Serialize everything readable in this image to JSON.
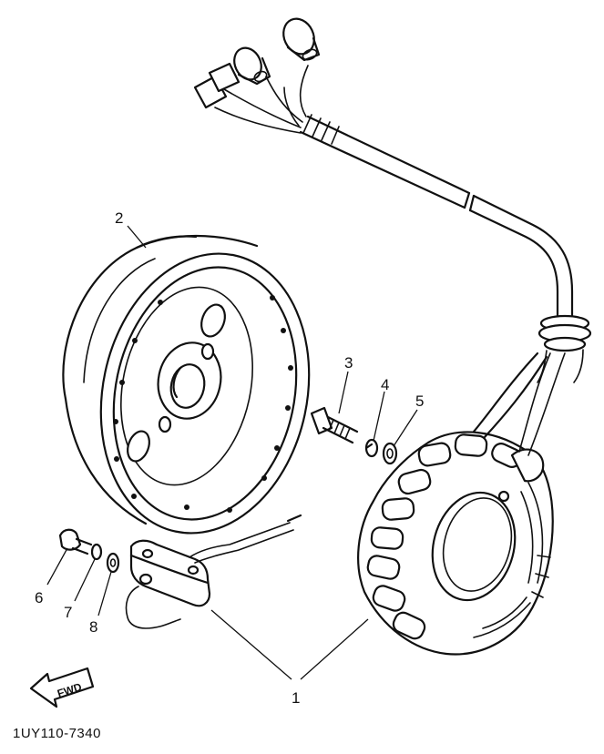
{
  "callouts": {
    "c1": "1",
    "c2": "2",
    "c3": "3",
    "c4": "4",
    "c5": "5",
    "c6": "6",
    "c7": "7",
    "c8": "8"
  },
  "fwd_label": "FWD",
  "diagram_code": "1UY110-7340"
}
